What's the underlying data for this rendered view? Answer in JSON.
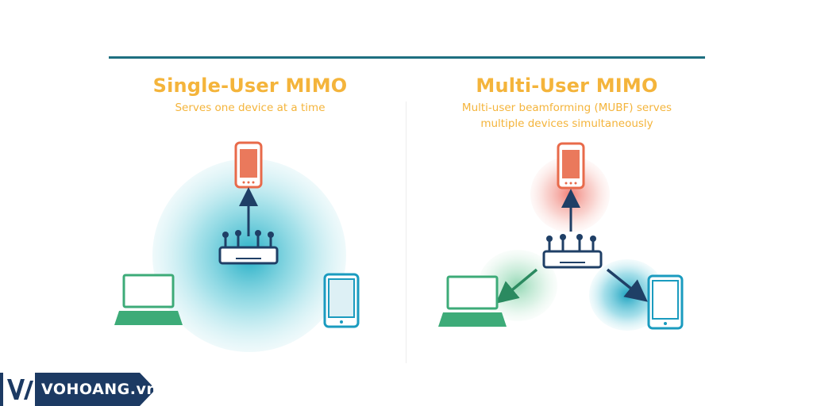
{
  "single_user": {
    "title": "Single-User MIMO",
    "subtitle": "Serves one device at a time"
  },
  "multi_user": {
    "title": "Multi-User MIMO",
    "subtitle_line1": "Multi-user beamforming (MUBF) serves",
    "subtitle_line2": "multiple devices simultaneously"
  },
  "watermark": {
    "text": "VOHOANG.vn"
  },
  "colors": {
    "title": "#f4b43b",
    "rule": "#1e6f80",
    "phone": "#e86a4a",
    "laptop": "#3dab78",
    "tablet": "#1a9bbf",
    "router_antenna": "#1f3f66",
    "logo_bg": "#1c3a63"
  }
}
